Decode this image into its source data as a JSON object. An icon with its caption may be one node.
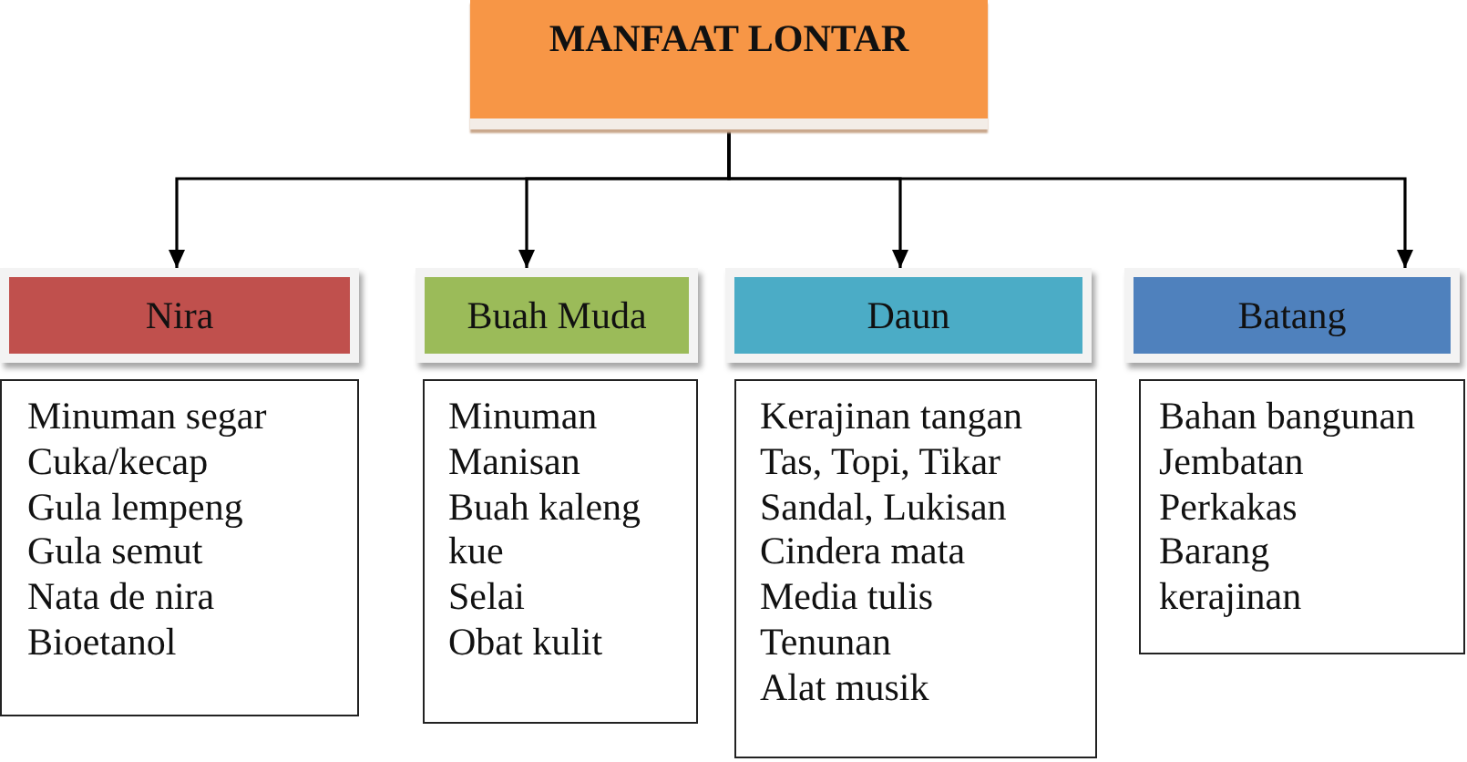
{
  "diagram": {
    "nodes": [
      {
        "text": [
          "MANFAAT LONTAR"
        ]
      },
      {
        "text": [
          "Nira"
        ]
      },
      {
        "text": [
          "Buah Muda"
        ]
      },
      {
        "text": [
          "Daun"
        ]
      },
      {
        "text": [
          "Batang"
        ]
      },
      {
        "text": [
          "Minuman segar",
          "Cuka/kecap",
          "Gula lempeng",
          "Gula semut",
          "Nata de nira",
          "Bioetanol"
        ]
      },
      {
        "text": [
          "Minuman",
          "Manisan",
          "Buah kaleng",
          "kue",
          "Selai",
          "Obat kulit"
        ]
      },
      {
        "text": [
          "Kerajinan tangan",
          "Tas, Topi, Tikar",
          "Sandal, Lukisan",
          "Cindera mata",
          "Media tulis",
          "Tenunan",
          "Alat musik"
        ]
      },
      {
        "text": [
          "Bahan bangunan",
          "Jembatan",
          "Perkakas",
          "Barang",
          "kerajinan"
        ]
      }
    ],
    "edges": [
      {
        "from": 0,
        "to": 1,
        "arrow": "to"
      },
      {
        "from": 0,
        "to": 2,
        "arrow": "to"
      },
      {
        "from": 0,
        "to": 3,
        "arrow": "to"
      },
      {
        "from": 0,
        "to": 4,
        "arrow": "to"
      }
    ]
  }
}
